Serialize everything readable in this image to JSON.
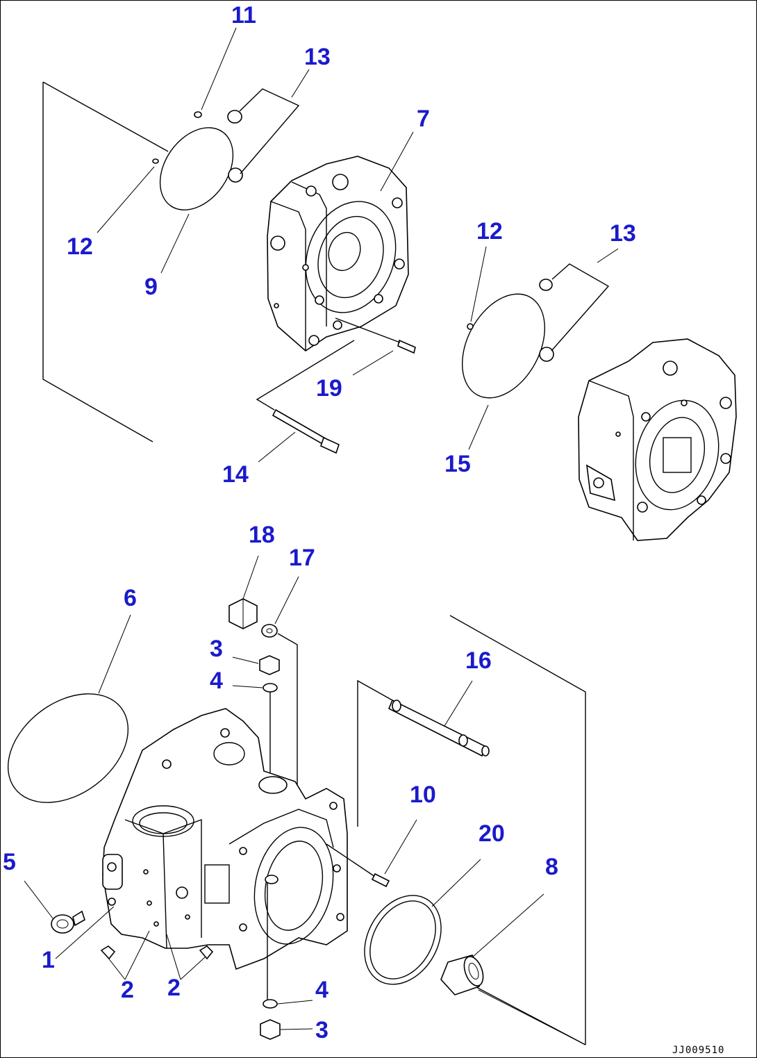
{
  "colors": {
    "callout": "#1a1acc",
    "line": "#000000",
    "background": "#ffffff"
  },
  "drawing_code": "JJ009510",
  "callouts": [
    {
      "id": "c11",
      "text": "11"
    },
    {
      "id": "c13a",
      "text": "13"
    },
    {
      "id": "c7",
      "text": "7"
    },
    {
      "id": "c12a",
      "text": "12"
    },
    {
      "id": "c9",
      "text": "9"
    },
    {
      "id": "c12b",
      "text": "12"
    },
    {
      "id": "c13b",
      "text": "13"
    },
    {
      "id": "c19",
      "text": "19"
    },
    {
      "id": "c14",
      "text": "14"
    },
    {
      "id": "c15",
      "text": "15"
    },
    {
      "id": "c18",
      "text": "18"
    },
    {
      "id": "c17",
      "text": "17"
    },
    {
      "id": "c6",
      "text": "6"
    },
    {
      "id": "c3a",
      "text": "3"
    },
    {
      "id": "c4a",
      "text": "4"
    },
    {
      "id": "c16",
      "text": "16"
    },
    {
      "id": "c10",
      "text": "10"
    },
    {
      "id": "c20",
      "text": "20"
    },
    {
      "id": "c8",
      "text": "8"
    },
    {
      "id": "c5",
      "text": "5"
    },
    {
      "id": "c1",
      "text": "1"
    },
    {
      "id": "c2a",
      "text": "2"
    },
    {
      "id": "c2b",
      "text": "2"
    },
    {
      "id": "c4b",
      "text": "4"
    },
    {
      "id": "c3b",
      "text": "3"
    }
  ]
}
